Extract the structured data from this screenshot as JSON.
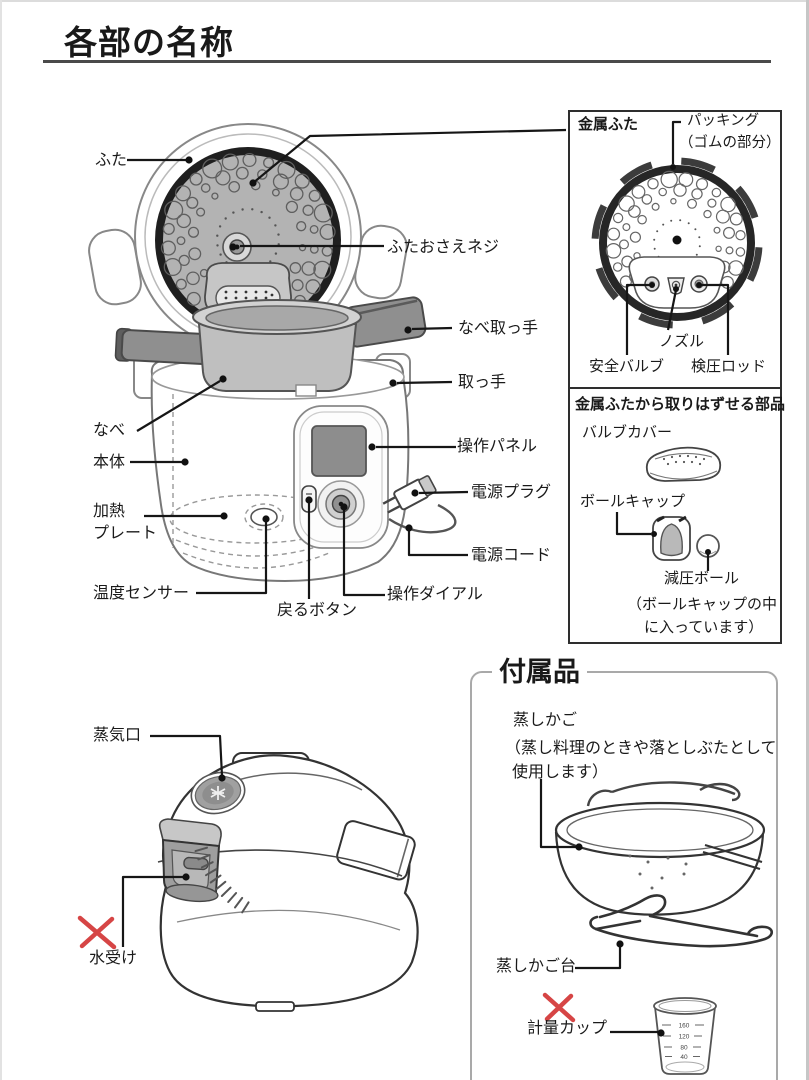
{
  "title": "各部の名称",
  "main": {
    "futa": "ふた",
    "futaosae": "ふたおさえネジ",
    "nabetotte": "なべ取っ手",
    "totte": "取っ手",
    "nabe": "なべ",
    "hontai": "本体",
    "panel": "操作パネル",
    "plug": "電源プラグ",
    "kanetsu1": "加熱",
    "kanetsu2": "プレート",
    "cord": "電源コード",
    "ondo": "温度センサー",
    "modoru": "戻るボタン",
    "dial": "操作ダイアル",
    "jouki": "蒸気口",
    "mizuuke": "水受け"
  },
  "lid_box": {
    "title": "金属ふた",
    "packing_line1": "パッキング",
    "packing_line2": "（ゴムの部分）",
    "nozzle": "ノズル",
    "safety_valve": "安全バルブ",
    "pressure_rod": "検圧ロッド",
    "removable_header": "金属ふたから取りはずせる部品",
    "valve_cover": "バルブカバー",
    "ball_cap": "ボールキャップ",
    "pressure_ball": "減圧ボール",
    "ball_note_line1": "（ボールキャップの中",
    "ball_note_line2": "に入っています）"
  },
  "accessories": {
    "title": "付属品",
    "steam_basket": "蒸しかご",
    "steam_basket_note_line1": "（蒸し料理のときや落としぶたとして",
    "steam_basket_note_line2": "使用します）",
    "steam_basket_stand": "蒸しかご台",
    "measuring_cup": "計量カップ",
    "cup_marks": [
      "160",
      "120",
      "80",
      "40"
    ]
  },
  "colors": {
    "x_mark": "#d64545",
    "leader_line": "#161616",
    "detail_box_border": "#2e2e2e",
    "accessory_box_border": "#a9a9a9"
  }
}
